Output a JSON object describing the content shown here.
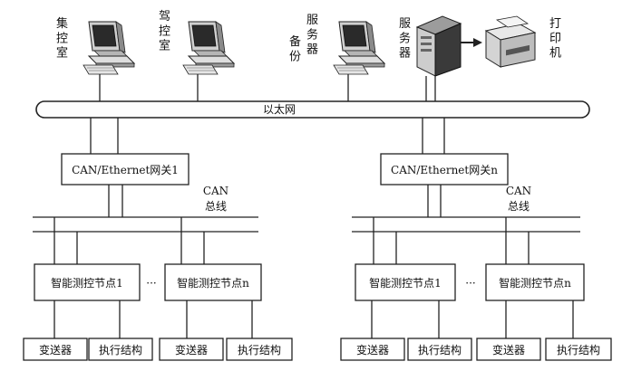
{
  "network": {
    "bus_label": "以太网"
  },
  "top_devices": [
    {
      "label": "集控室",
      "lines": [
        "集控室"
      ]
    },
    {
      "label": "驾控室",
      "lines": [
        "驾控室"
      ]
    },
    {
      "label": "备份服务器",
      "lines": [
        "服务器",
        "备份"
      ]
    },
    {
      "label": "服务器",
      "lines": [
        "服务器"
      ]
    },
    {
      "label": "打印机",
      "lines": [
        "打印机"
      ]
    }
  ],
  "segments": [
    {
      "gateway": "CAN/Ethernet网关1",
      "can_bus": {
        "line1": "CAN",
        "line2": "总线"
      },
      "nodes": [
        {
          "name": "智能测控节点1",
          "children": [
            "变送器",
            "执行结构"
          ]
        },
        {
          "name": "智能测控节点n",
          "children": [
            "变送器",
            "执行结构"
          ]
        }
      ],
      "ellipsis": "···"
    },
    {
      "gateway": "CAN/Ethernet网关n",
      "can_bus": {
        "line1": "CAN",
        "line2": "总线"
      },
      "nodes": [
        {
          "name": "智能测控节点1",
          "children": [
            "变送器",
            "执行结构"
          ]
        },
        {
          "name": "智能测控节点n",
          "children": [
            "变送器",
            "执行结构"
          ]
        }
      ],
      "ellipsis": "···"
    }
  ]
}
